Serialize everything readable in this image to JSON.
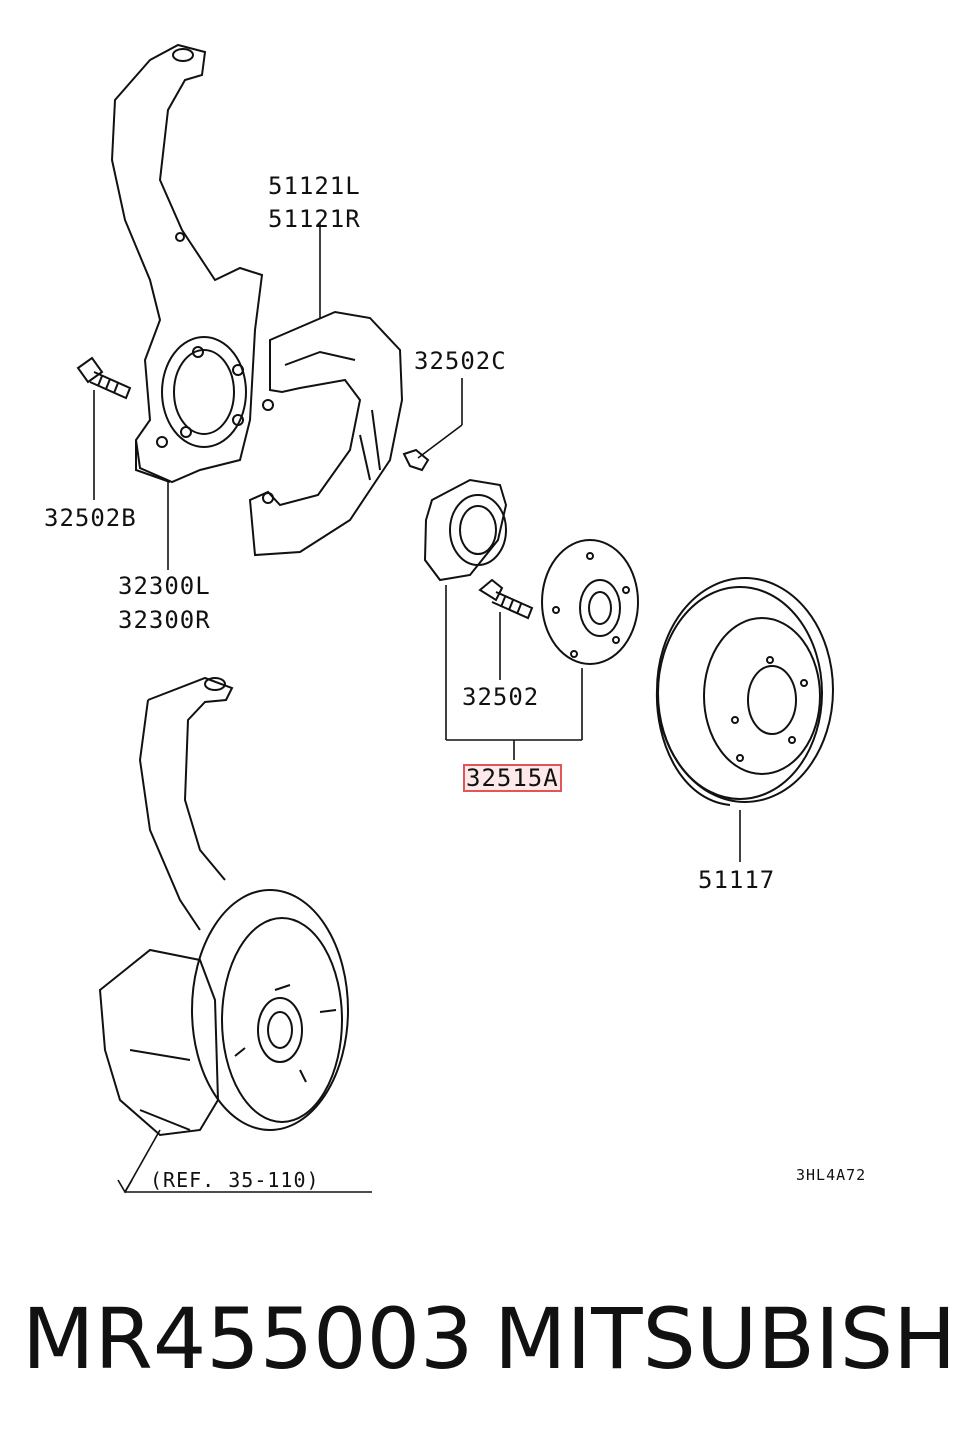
{
  "diagram": {
    "labels": {
      "shield_l": "51121L",
      "shield_r": "51121R",
      "bolt_c": "32502C",
      "bolt_b": "32502B",
      "knuckle_l": "32300L",
      "knuckle_r": "32300R",
      "bolt": "32502",
      "hub_assembly": "32515A",
      "rotor": "51117",
      "reference": "(REF. 35-110)",
      "drawing_code": "3HL4A72"
    },
    "highlight_color": "#e05555"
  },
  "footer": {
    "part_number": "MR455003",
    "brand": "MITSUBISHI"
  }
}
